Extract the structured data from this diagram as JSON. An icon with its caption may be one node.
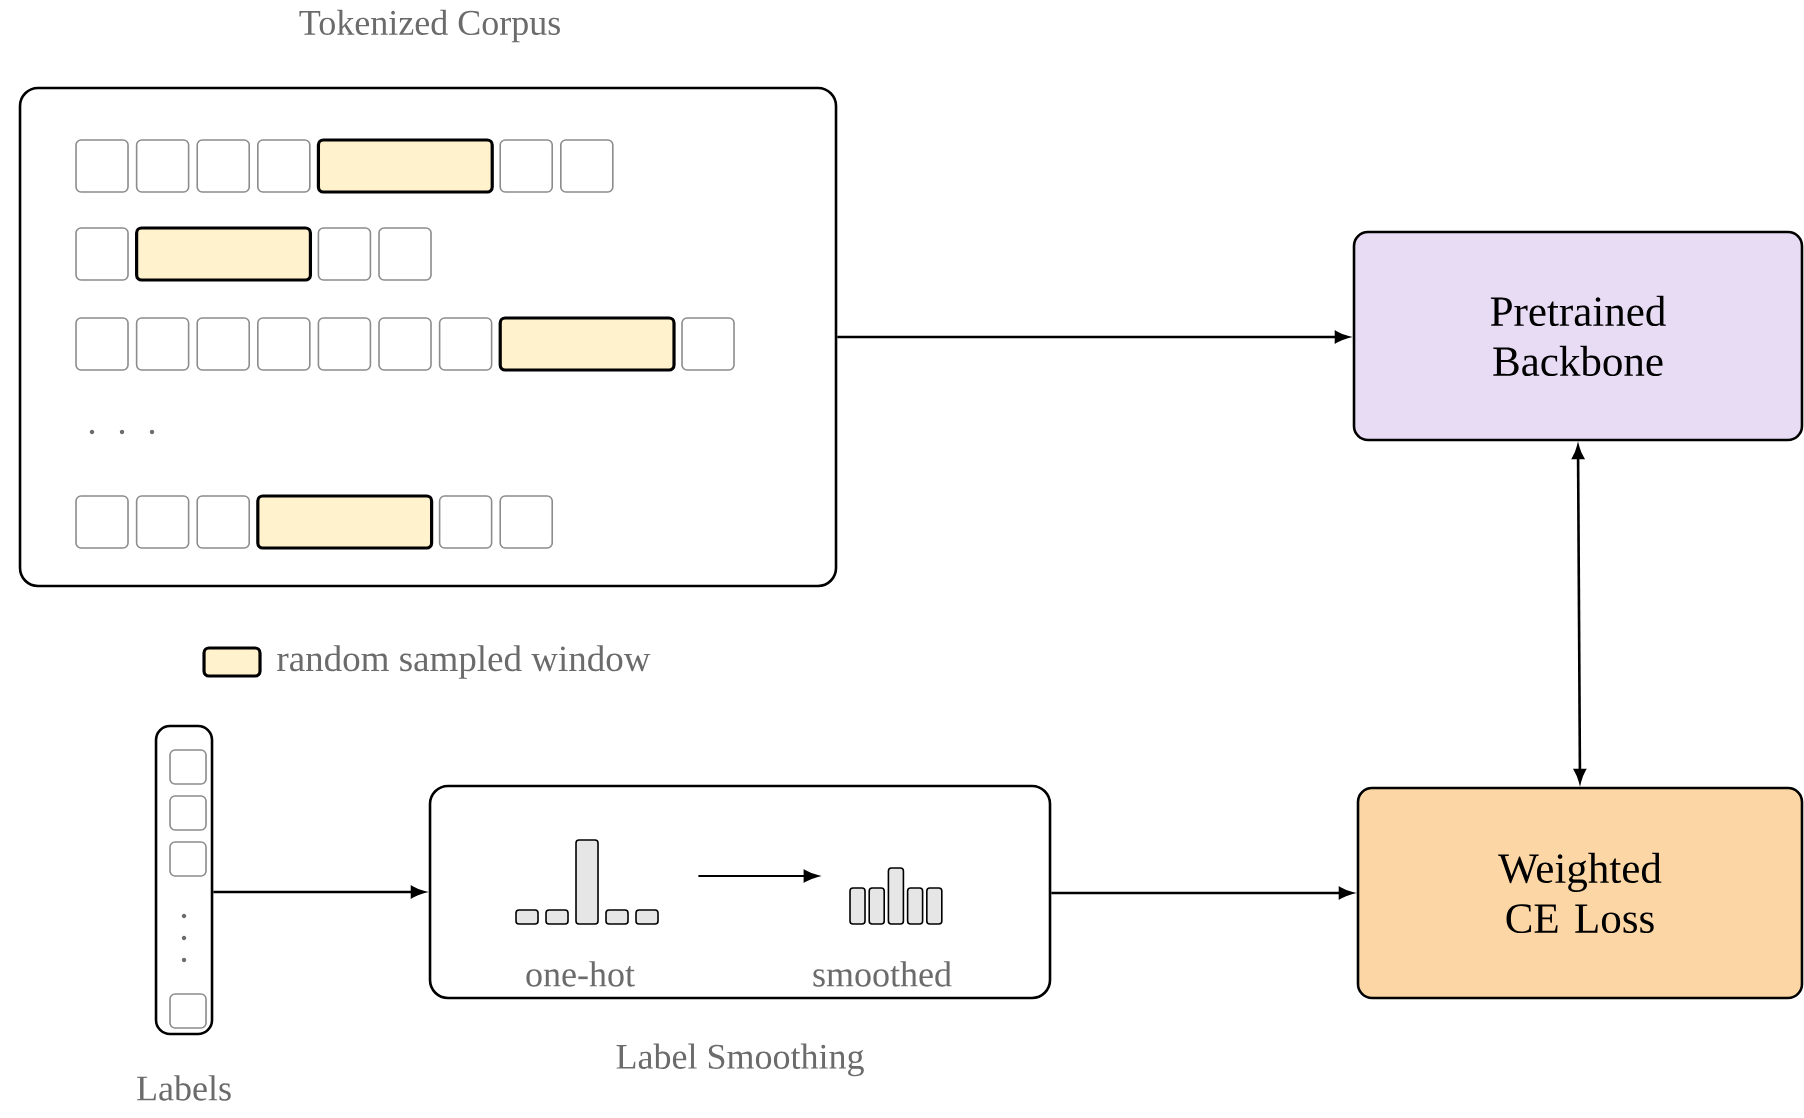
{
  "diagram": {
    "nodes": [
      {
        "text": [
          "Tokenized Corpus"
        ]
      },
      {
        "text": [
          "Pretrained Backbone"
        ]
      },
      {
        "text": [
          "Labels"
        ]
      },
      {
        "text": [
          "Label Smoothing"
        ]
      },
      {
        "text": [
          "one-hot"
        ],
        "in": 3
      },
      {
        "text": [
          "smoothed"
        ],
        "in": 3
      },
      {
        "text": [
          "Weighted CE Loss"
        ]
      }
    ],
    "edges": [
      {
        "from": 0,
        "to": 1,
        "arrow": "to"
      },
      {
        "from": 1,
        "to": 6,
        "arrow": "both"
      },
      {
        "from": 2,
        "to": 3,
        "arrow": "to"
      },
      {
        "from": 4,
        "to": 5,
        "arrow": "to"
      },
      {
        "from": 3,
        "to": 6,
        "arrow": "to"
      }
    ],
    "legend": [
      {
        "text": "random sampled window",
        "color": "#fff2cc"
      }
    ]
  }
}
